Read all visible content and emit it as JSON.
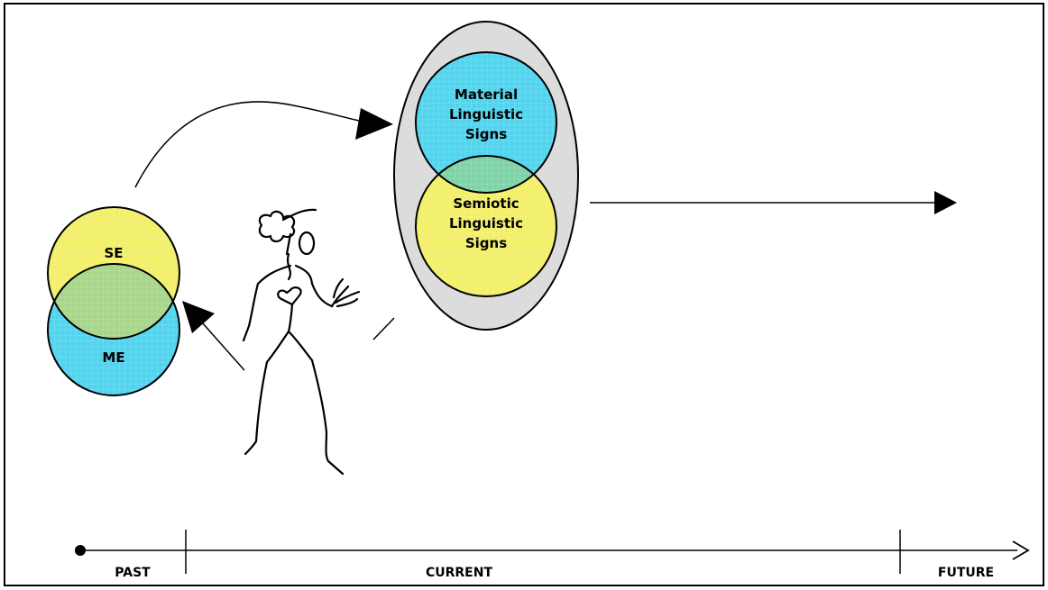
{
  "diagram": {
    "venn_small": {
      "top_label": "SE",
      "bottom_label": "ME"
    },
    "venn_large": {
      "top_label_lines": [
        "Material",
        "Linguistic",
        "Signs"
      ],
      "bottom_label_lines": [
        "Semiotic",
        "Linguistic",
        "Signs"
      ]
    },
    "timeline": {
      "past_label": "PAST",
      "current_label": "CURRENT",
      "future_label": "FUTURE"
    },
    "figure": {
      "icon": "stick-figure-person-icon"
    }
  },
  "colors": {
    "yellow": "#f2ef6a",
    "cyan": "#52d4ee",
    "overlap": "#a8d68a",
    "ellipse_fill": "#dcdcdc",
    "stroke": "#000000"
  }
}
